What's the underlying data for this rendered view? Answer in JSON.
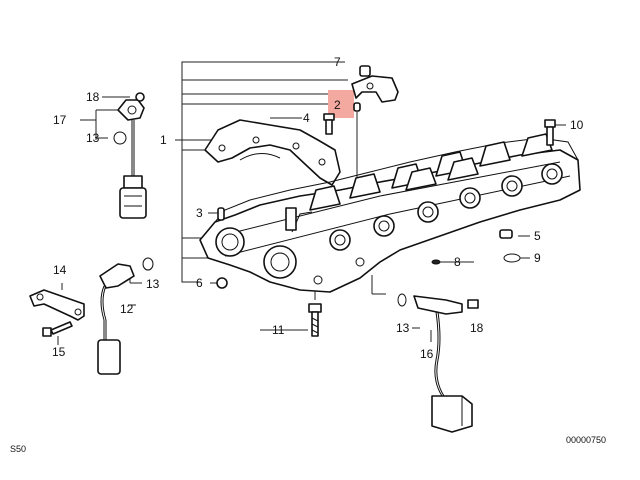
{
  "diagram": {
    "series_code": "S50",
    "drawing_number": "00000750",
    "highlight_color": "#f4a9a0",
    "callouts": {
      "c1": "1",
      "c2": "2",
      "c3": "3",
      "c4": "4",
      "c5": "5",
      "c6": "6",
      "c7": "7",
      "c8": "8",
      "c9": "9",
      "c10": "10",
      "c11": "11",
      "c12": "12",
      "c13a": "13",
      "c13b": "13",
      "c13c": "13",
      "c14": "14",
      "c15": "15",
      "c16": "16",
      "c17": "17",
      "c18a": "18",
      "c18b": "18"
    }
  }
}
